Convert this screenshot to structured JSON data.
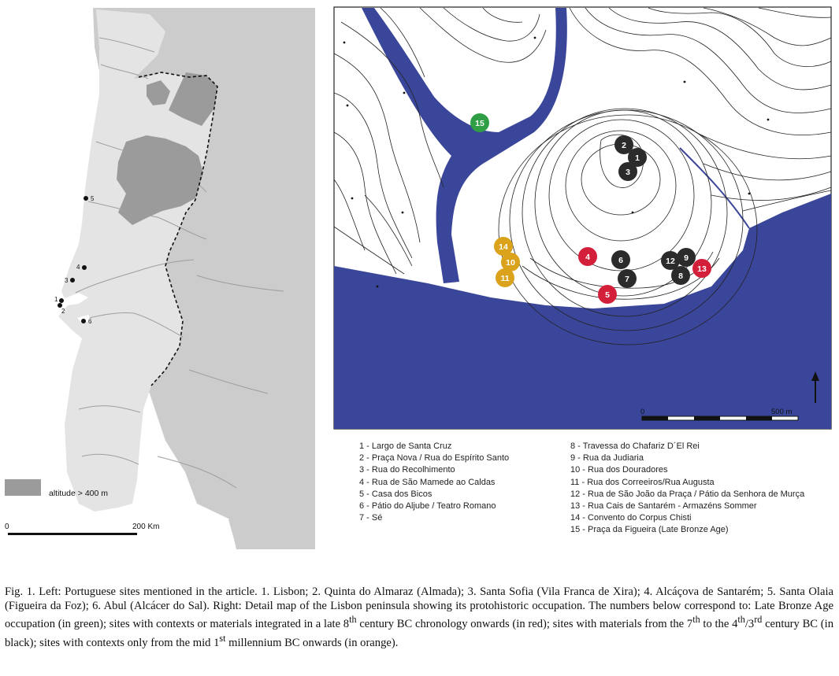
{
  "left_map": {
    "legend_label": "altitude > 400 m",
    "scale": {
      "start": "0",
      "end": "200 Km"
    },
    "sites": [
      {
        "label": "1"
      },
      {
        "label": "2"
      },
      {
        "label": "3"
      },
      {
        "label": "4"
      },
      {
        "label": "5"
      },
      {
        "label": "6"
      }
    ],
    "colors": {
      "sea": "#ffffff",
      "land": "#e4e4e4",
      "spain": "#cccccc",
      "highland": "#9b9b9b",
      "river": "#9e9e9e"
    }
  },
  "right_map": {
    "scale": {
      "start": "0",
      "end": "500 m"
    },
    "colors": {
      "river": "#3a4699",
      "green": "#2f9e44",
      "red": "#d31f3a",
      "black": "#2b2b2b",
      "orange": "#dba31b"
    },
    "markers": [
      {
        "label": "1",
        "group": "black"
      },
      {
        "label": "2",
        "group": "black"
      },
      {
        "label": "3",
        "group": "black"
      },
      {
        "label": "4",
        "group": "red"
      },
      {
        "label": "5",
        "group": "red"
      },
      {
        "label": "6",
        "group": "black"
      },
      {
        "label": "7",
        "group": "black"
      },
      {
        "label": "8",
        "group": "black"
      },
      {
        "label": "9",
        "group": "black"
      },
      {
        "label": "10",
        "group": "orange"
      },
      {
        "label": "11",
        "group": "orange"
      },
      {
        "label": "12",
        "group": "black"
      },
      {
        "label": "13",
        "group": "red"
      },
      {
        "label": "14",
        "group": "orange"
      },
      {
        "label": "15",
        "group": "green"
      }
    ]
  },
  "site_list_left": [
    "1 - Largo de Santa Cruz",
    "2 - Praça Nova / Rua do Espírito Santo",
    "3 - Rua do Recolhimento",
    "4 - Rua de São Mamede ao Caldas",
    "5 - Casa dos Bicos",
    "6 - Pátio do Aljube / Teatro Romano",
    "7 - Sé"
  ],
  "site_list_right": [
    "8 - Travessa do Chafariz D´El Rei",
    "9 - Rua da Judiaria",
    "10 - Rua dos Douradores",
    "11 - Rua dos Correeiros/Rua Augusta",
    "12 - Rua de São João da Praça / Pátio da Senhora de Murça",
    "13 - Rua Cais de Santarém - Armazéns Sommer",
    "14 - Convento do Corpus Chisti",
    "15 - Praça da Figueira (Late Bronze Age)"
  ],
  "caption": {
    "p1": "Fig. 1. Left: Portuguese sites mentioned in the article. 1. Lisbon; 2. Quinta do Almaraz (Almada); 3. Santa Sofia (Vila Franca de Xira); 4. Alcáçova de Santarém; 5. Santa Olaia (Figueira da Foz); 6. Abul (Alcácer do Sal). Right: Detail map of the Lisbon peninsula showing its protohistoric occupation. The numbers below correspond to: Late Bronze Age occupation (in green); sites with contexts or materials integrated in a late 8",
    "sup1": "th",
    "p2": " century BC chronology onwards (in red); sites with materials from the 7",
    "sup2": "th",
    "p3": " to the 4",
    "sup3": "th",
    "p4": "/3",
    "sup4": "rd",
    "p5": " century BC (in black); sites with contexts only from the mid 1",
    "sup5": "st",
    "p6": " millennium BC onwards (in orange)."
  }
}
